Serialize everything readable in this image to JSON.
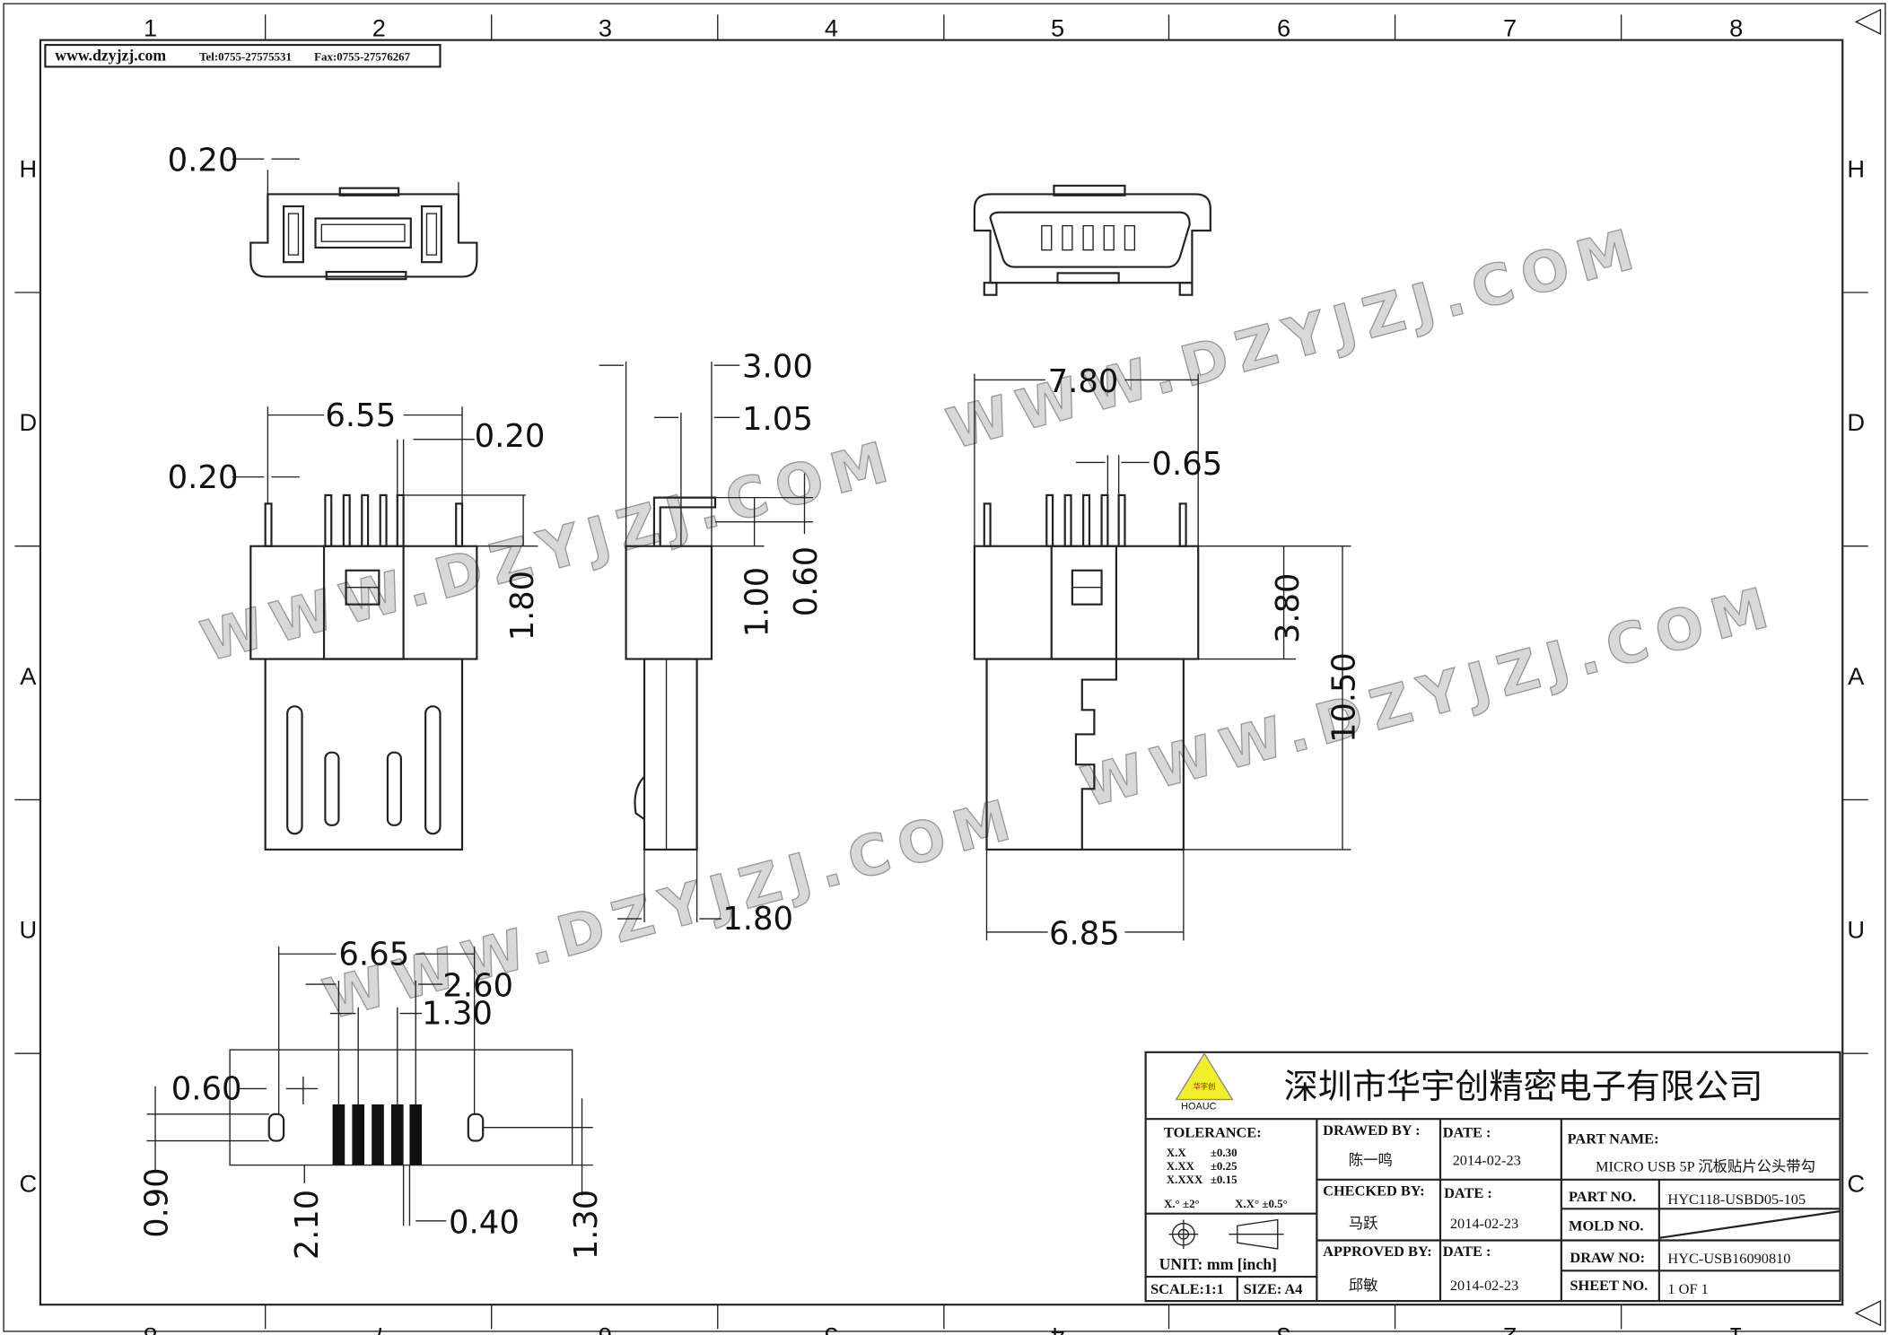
{
  "header": {
    "website": "www.dzyjzj.com",
    "tel": "Tel:0755-27575531",
    "fax": "Fax:0755-27576267"
  },
  "zones": {
    "columns": [
      "1",
      "2",
      "3",
      "4",
      "5",
      "6",
      "7",
      "8"
    ],
    "rows": [
      "H",
      "D",
      "A",
      "U",
      "C"
    ]
  },
  "watermark": "WWW.DZYJZJ.COM",
  "dimensions": {
    "top_left_020": "0.20",
    "front_655": "6.55",
    "front_020_right": "0.20",
    "front_020_left": "0.20",
    "front_180": "1.80",
    "side_300": "3.00",
    "side_105": "1.05",
    "side_060": "0.60",
    "side_100": "1.00",
    "side_180": "1.80",
    "right_780": "7.80",
    "right_065": "0.65",
    "right_380": "3.80",
    "right_1050": "10.50",
    "right_685": "6.85",
    "pcb_665": "6.65",
    "pcb_260": "2.60",
    "pcb_130_top": "1.30",
    "pcb_060": "0.60",
    "pcb_090": "0.90",
    "pcb_210": "2.10",
    "pcb_040": "0.40",
    "pcb_130_right": "1.30"
  },
  "title_block": {
    "logo_text": "HOAUC",
    "logo_cn": "华宇创",
    "company": "深圳市华宇创精密电子有限公司",
    "tolerance_label": "TOLERANCE:",
    "tolerances": [
      {
        "k": "X.X",
        "v": "±0.30"
      },
      {
        "k": "X.XX",
        "v": "±0.25"
      },
      {
        "k": "X.XXX",
        "v": "±0.15"
      }
    ],
    "angle_tol_1": "X.° ±2°",
    "angle_tol_2": "X.X° ±0.5°",
    "unit": "UNIT: mm  [inch]",
    "scale": "SCALE:1:1",
    "size": "SIZE:  A4",
    "drawed_by_label": "DRAWED BY :",
    "drawed_by": "陈一鸣",
    "checked_by_label": "CHECKED BY:",
    "checked_by": "马跃",
    "approved_by_label": "APPROVED BY:",
    "approved_by": "邱敏",
    "date_label": "DATE :",
    "date1": "2014-02-23",
    "date2": "2014-02-23",
    "date3": "2014-02-23",
    "part_name_label": "PART NAME:",
    "part_name": "MICRO USB 5P 沉板贴片公头带勾",
    "part_no_label": "PART NO.",
    "part_no": "HYC118-USBD05-105",
    "mold_no_label": "MOLD NO.",
    "draw_no_label": "DRAW NO:",
    "draw_no": "HYC-USB16090810",
    "sheet_no_label": "SHEET NO.",
    "sheet_no": "1 OF 1"
  }
}
